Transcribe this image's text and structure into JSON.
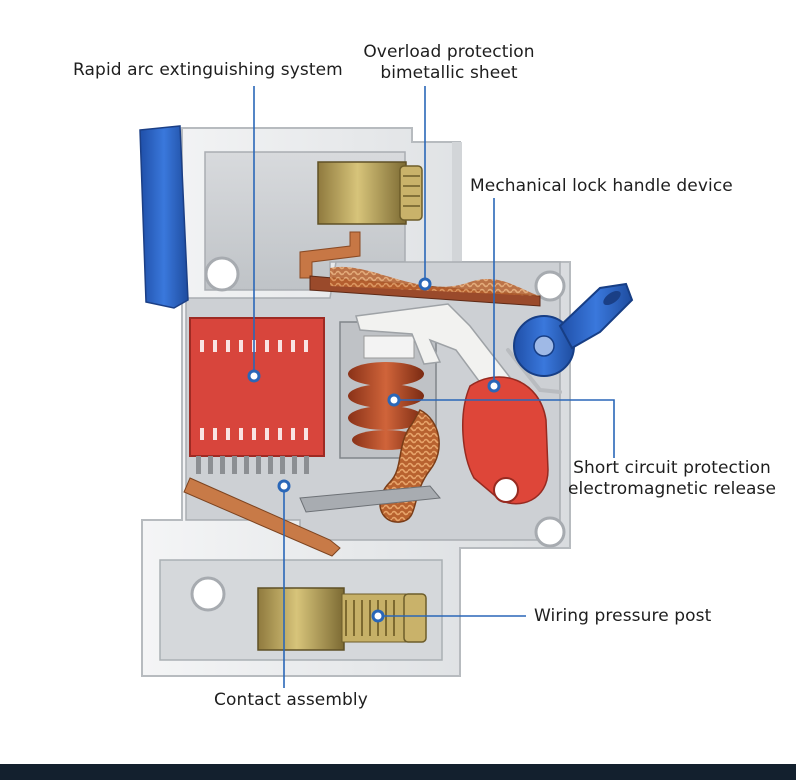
{
  "colors": {
    "leader": "#2a67b8",
    "housing": "#eceef0",
    "housing_dark": "#c9ccd0",
    "handle_blue": "#2b63c9",
    "arc_red": "#d9413a",
    "copper": "#c4703c",
    "bottom_bar": "#13202e"
  },
  "labels": {
    "arc": "Rapid arc extinguishing system",
    "bimetal_line1": "Overload protection",
    "bimetal_line2": "bimetallic sheet",
    "lock": "Mechanical lock handle device",
    "release_line1": "Short circuit protection",
    "release_line2": "electromagnetic release",
    "wiring": "Wiring pressure post",
    "contact": "Contact assembly"
  }
}
